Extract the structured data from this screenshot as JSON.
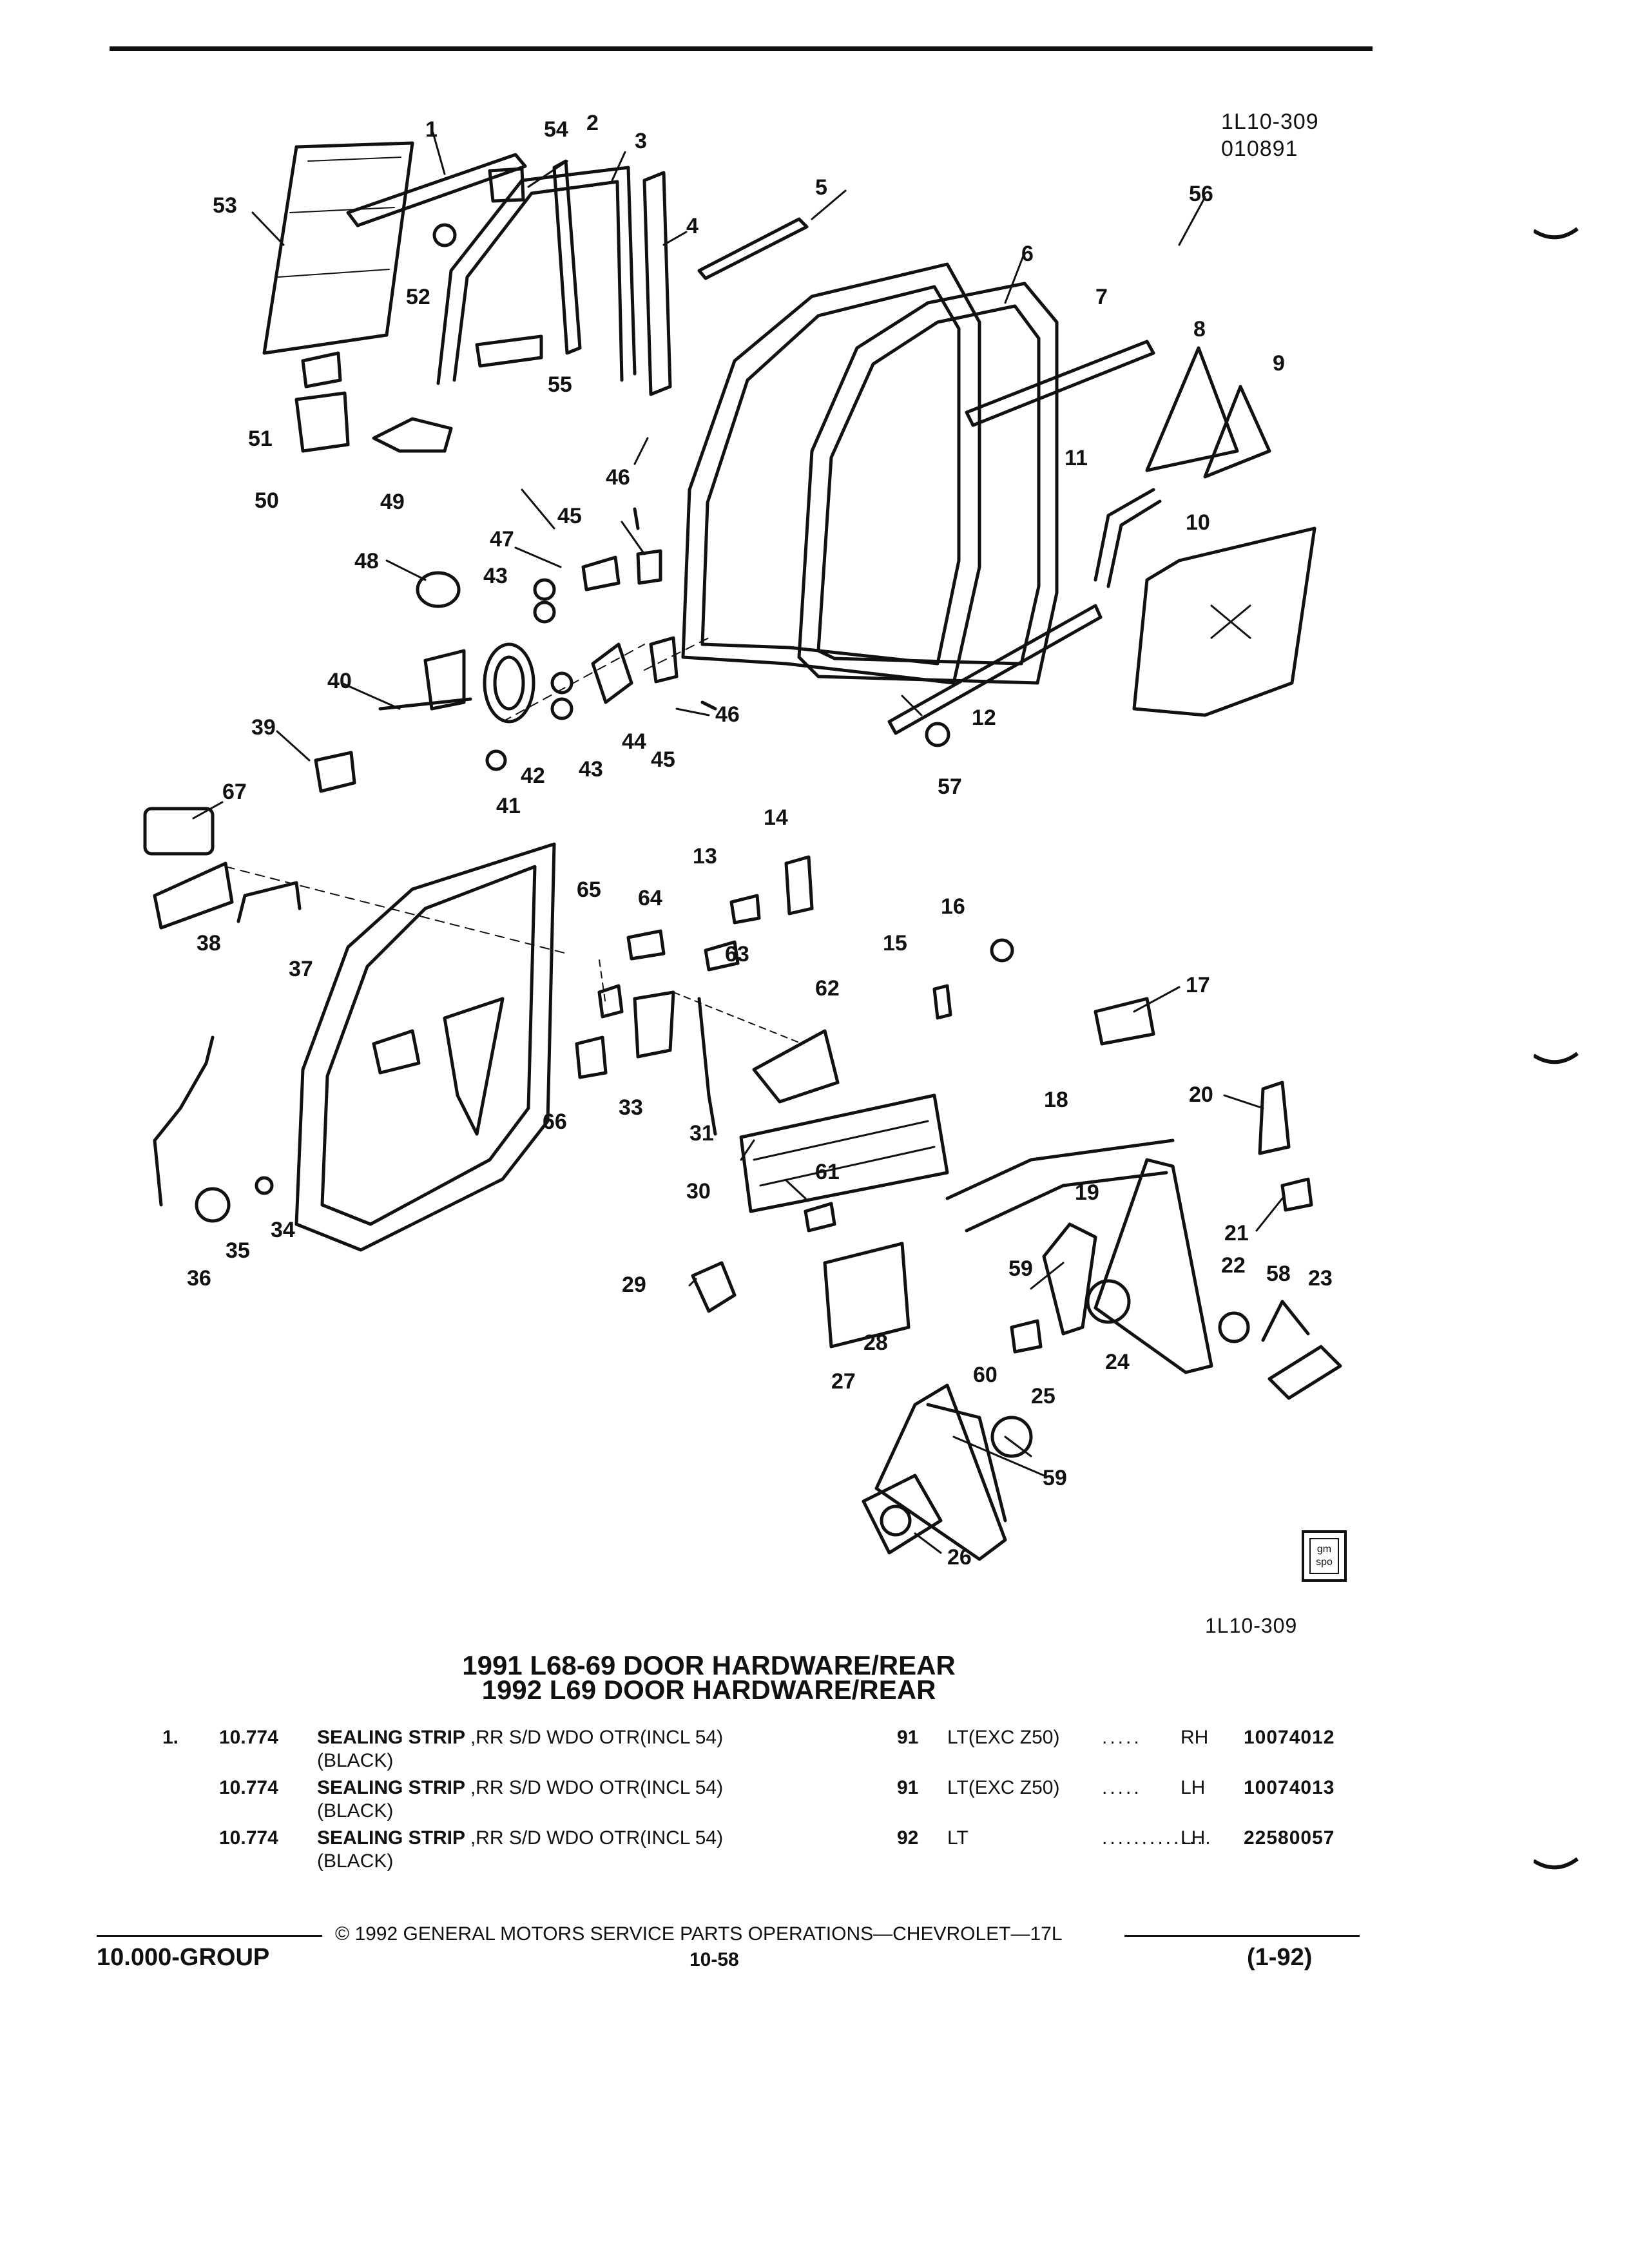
{
  "header": {
    "figure_code": "1L10-309",
    "figure_date": "010891"
  },
  "diagram": {
    "callouts": [
      {
        "label": "1"
      },
      {
        "label": "54"
      },
      {
        "label": "2"
      },
      {
        "label": "3"
      },
      {
        "label": "53"
      },
      {
        "label": "4"
      },
      {
        "label": "5"
      },
      {
        "label": "56"
      },
      {
        "label": "52"
      },
      {
        "label": "6"
      },
      {
        "label": "7"
      },
      {
        "label": "8"
      },
      {
        "label": "9"
      },
      {
        "label": "55"
      },
      {
        "label": "51"
      },
      {
        "label": "50"
      },
      {
        "label": "49"
      },
      {
        "label": "46"
      },
      {
        "label": "11"
      },
      {
        "label": "45"
      },
      {
        "label": "10"
      },
      {
        "label": "47"
      },
      {
        "label": "48"
      },
      {
        "label": "43"
      },
      {
        "label": "40"
      },
      {
        "label": "39"
      },
      {
        "label": "42"
      },
      {
        "label": "43"
      },
      {
        "label": "44"
      },
      {
        "label": "45"
      },
      {
        "label": "46"
      },
      {
        "label": "12"
      },
      {
        "label": "41"
      },
      {
        "label": "57"
      },
      {
        "label": "67"
      },
      {
        "label": "14"
      },
      {
        "label": "13"
      },
      {
        "label": "65"
      },
      {
        "label": "64"
      },
      {
        "label": "16"
      },
      {
        "label": "38"
      },
      {
        "label": "37"
      },
      {
        "label": "63"
      },
      {
        "label": "15"
      },
      {
        "label": "62"
      },
      {
        "label": "17"
      },
      {
        "label": "33"
      },
      {
        "label": "66"
      },
      {
        "label": "18"
      },
      {
        "label": "20"
      },
      {
        "label": "31"
      },
      {
        "label": "30"
      },
      {
        "label": "19"
      },
      {
        "label": "61"
      },
      {
        "label": "34"
      },
      {
        "label": "21"
      },
      {
        "label": "35"
      },
      {
        "label": "36"
      },
      {
        "label": "22"
      },
      {
        "label": "58"
      },
      {
        "label": "23"
      },
      {
        "label": "59"
      },
      {
        "label": "29"
      },
      {
        "label": "28"
      },
      {
        "label": "24"
      },
      {
        "label": "27"
      },
      {
        "label": "60"
      },
      {
        "label": "25"
      },
      {
        "label": "59"
      },
      {
        "label": "26"
      }
    ]
  },
  "logo_text": "gm spo",
  "figure_code_bottom": "1L10-309",
  "titles": {
    "line1": "1991 L68-69 DOOR HARDWARE/REAR",
    "line2": "1992 L69 DOOR HARDWARE/REAR"
  },
  "parts": [
    {
      "index": "1.",
      "group": "10.774",
      "name": "SEALING STRIP",
      "description": ",RR S/D WDO OTR(INCL 54)",
      "sub": "(BLACK)",
      "year": "91",
      "usage": "LT(EXC Z50)",
      "dots": ".....",
      "side": "RH",
      "part_number": "10074012"
    },
    {
      "index": "",
      "group": "10.774",
      "name": "SEALING STRIP",
      "description": ",RR S/D WDO OTR(INCL 54)",
      "sub": "(BLACK)",
      "year": "91",
      "usage": "LT(EXC Z50)",
      "dots": ".....",
      "side": "LH",
      "part_number": "10074013"
    },
    {
      "index": "",
      "group": "10.774",
      "name": "SEALING STRIP",
      "description": ",RR S/D WDO OTR(INCL 54)",
      "sub": "(BLACK)",
      "year": "92",
      "usage": "LT",
      "dots": "..............",
      "side": "LH",
      "part_number": "22580057"
    }
  ],
  "footer": {
    "copyright": "© 1992 GENERAL MOTORS SERVICE PARTS OPERATIONS—CHEVROLET—17L",
    "page": "10-58",
    "group": "10.000-GROUP",
    "revision": "(1-92)"
  }
}
